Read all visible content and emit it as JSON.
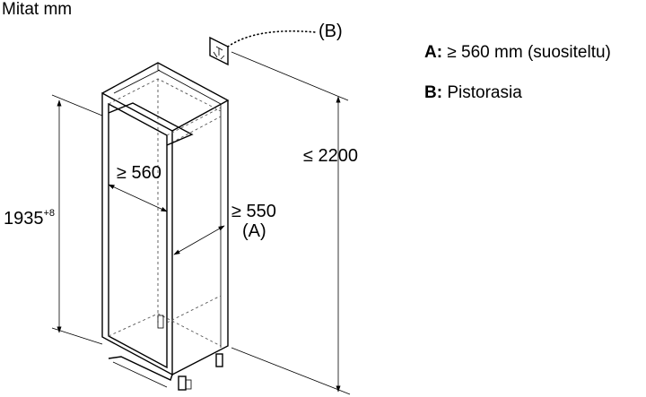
{
  "header": {
    "units_label": "Mitat mm"
  },
  "callouts": {
    "socket_tag": "(B)"
  },
  "legend": {
    "a_key": "A:",
    "a_text": " ≥ 560 mm (suositeltu)",
    "b_key": "B:",
    "b_text": " Pistorasia"
  },
  "dimensions": {
    "max_height": "≤ 2200",
    "width": "≥ 560",
    "depth": "≥ 550",
    "depth_tag": "(A)",
    "niche_height": "1935",
    "niche_tolerance": "+8"
  },
  "icons": {
    "socket": "power-socket-icon"
  }
}
